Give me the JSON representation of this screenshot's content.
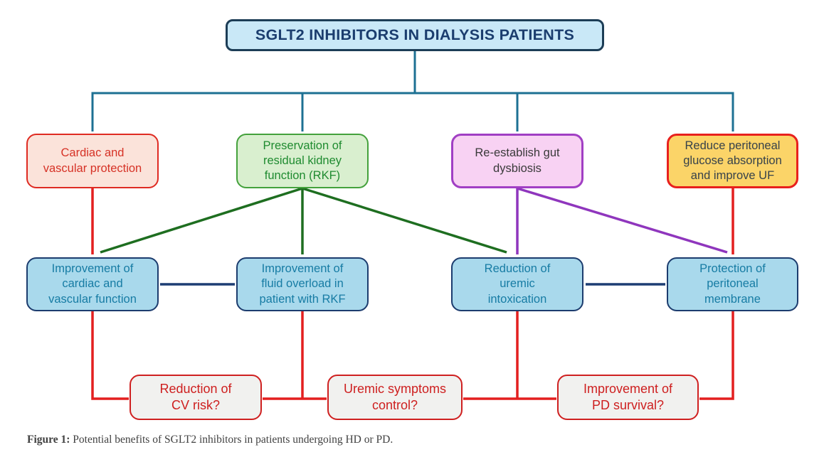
{
  "title": "SGLT2 INHIBITORS IN DIALYSIS PATIENTS",
  "top_row": [
    {
      "label": "Cardiac and\nvascular protection"
    },
    {
      "label": "Preservation of\nresidual kidney\nfunction (RKF)"
    },
    {
      "label": "Re-establish gut\ndysbiosis"
    },
    {
      "label": "Reduce peritoneal\nglucose absorption\nand improve UF"
    }
  ],
  "mid_row": [
    {
      "label": "Improvement of\ncardiac and\nvascular function"
    },
    {
      "label": "Improvement of\nfluid overload in\npatient with RKF"
    },
    {
      "label": "Reduction of\nuremic\nintoxication"
    },
    {
      "label": "Protection of\nperitoneal\nmembrane"
    }
  ],
  "bottom_row": [
    {
      "label": "Reduction of\nCV risk?"
    },
    {
      "label": "Uremic symptoms\ncontrol?"
    },
    {
      "label": "Improvement of\nPD survival?"
    }
  ],
  "caption": {
    "label": "Figure 1:",
    "text": "Potential benefits of SGLT2 inhibitors in patients undergoing HD or PD."
  },
  "colors": {
    "connector_teal": "#1d7093",
    "arrow_red": "#e31f1f",
    "arrow_green": "#1e6e20",
    "arrow_purple": "#8f36bd",
    "arrow_navy": "#1d3d73",
    "title_fill": "#c9e8f7",
    "title_border": "#1c3d56",
    "title_text": "#1b3d6e",
    "pink_fill": "#fbe3da",
    "pink_border": "#df2b22",
    "pink_text": "#d63226",
    "green_fill": "#d9efcf",
    "green_border": "#44a13c",
    "green_text": "#1f8b30",
    "purple_fill": "#f8d2f3",
    "purple_border": "#a13fc4",
    "purple_text": "#3a3a3a",
    "yellow_fill": "#fbd468",
    "yellow_border": "#e8201d",
    "yellow_text": "#37424a",
    "blue_fill": "#a9d9ec",
    "blue_border": "#1c3c6e",
    "blue_text": "#177ca4",
    "gray_fill": "#f1f1ef",
    "gray_border": "#cf2020",
    "gray_text": "#ce1f1f",
    "caption_text": "#414141"
  }
}
